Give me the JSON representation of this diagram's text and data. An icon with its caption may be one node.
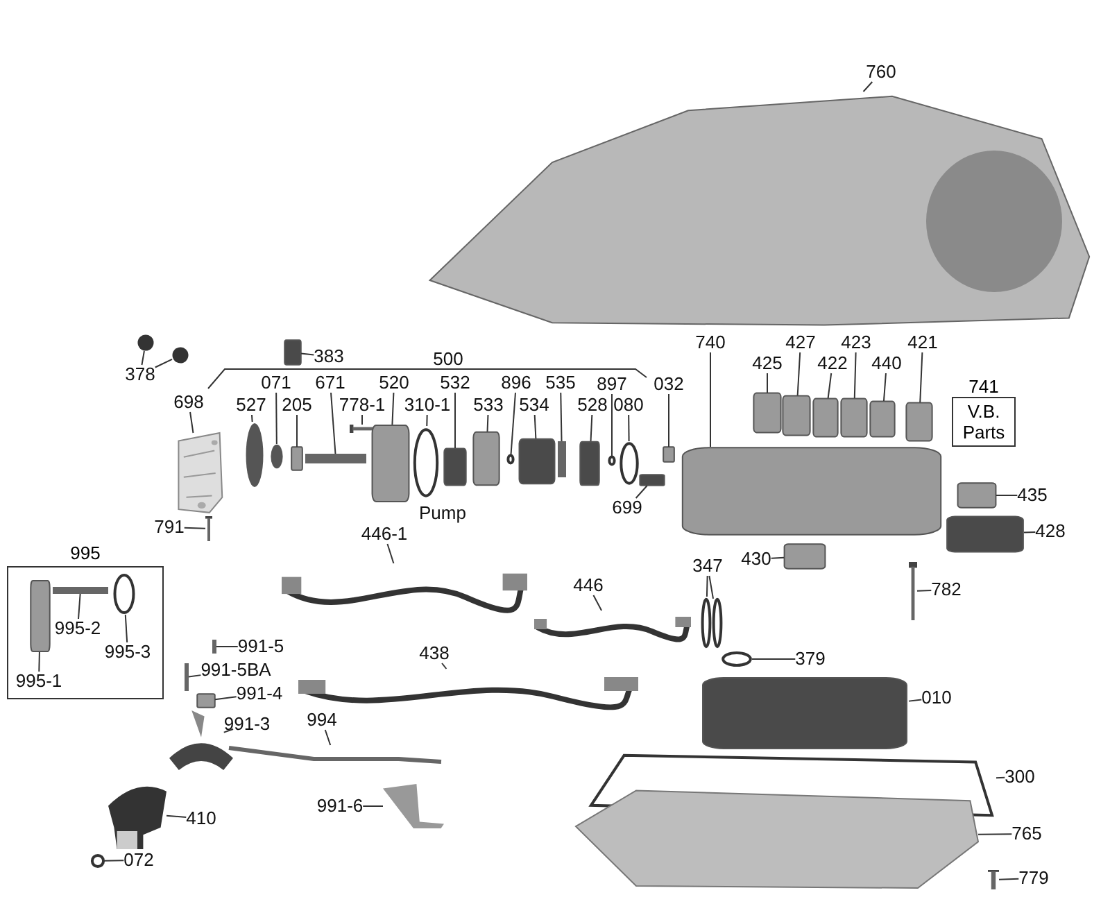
{
  "diagram": {
    "nodes": [
      {
        "text": [
          "760"
        ]
      },
      {
        "text": [],
        "shape": "picture"
      },
      {
        "text": [
          "378"
        ]
      },
      {
        "text": [],
        "shape": "circle"
      },
      {
        "text": [],
        "shape": "circle"
      },
      {
        "text": [
          "383"
        ]
      },
      {
        "text": [],
        "shape": "box"
      },
      {
        "text": [
          "698"
        ]
      },
      {
        "text": [],
        "shape": "picture"
      },
      {
        "text": [
          "527"
        ]
      },
      {
        "text": [],
        "shape": "circle"
      },
      {
        "text": [
          "071"
        ]
      },
      {
        "text": [],
        "shape": "circle"
      },
      {
        "text": [
          "205"
        ]
      },
      {
        "text": [],
        "shape": "box"
      },
      {
        "text": [
          "671"
        ]
      },
      {
        "text": [],
        "shape": "bar"
      },
      {
        "text": [
          "778-1"
        ]
      },
      {
        "text": [],
        "shape": "picture"
      },
      {
        "text": [
          "520"
        ]
      },
      {
        "text": [],
        "shape": "box"
      },
      {
        "text": [
          "310-1"
        ]
      },
      {
        "text": [],
        "shape": "circle"
      },
      {
        "text": [
          "532"
        ]
      },
      {
        "text": [],
        "shape": "box"
      },
      {
        "text": [
          "533"
        ]
      },
      {
        "text": [],
        "shape": "box"
      },
      {
        "text": [
          "896"
        ]
      },
      {
        "text": [],
        "shape": "circle"
      },
      {
        "text": [
          "534"
        ]
      },
      {
        "text": [],
        "shape": "box"
      },
      {
        "text": [
          "535"
        ]
      },
      {
        "text": [],
        "shape": "bar"
      },
      {
        "text": [
          "528"
        ]
      },
      {
        "text": [],
        "shape": "box"
      },
      {
        "text": [
          "897"
        ]
      },
      {
        "text": [],
        "shape": "circle"
      },
      {
        "text": [
          "080"
        ]
      },
      {
        "text": [],
        "shape": "circle"
      },
      {
        "text": [
          "032"
        ]
      },
      {
        "text": [],
        "shape": "box"
      },
      {
        "text": [
          "740"
        ]
      },
      {
        "text": [],
        "shape": "box"
      },
      {
        "text": [
          "425"
        ]
      },
      {
        "text": [],
        "shape": "box"
      },
      {
        "text": [
          "427"
        ]
      },
      {
        "text": [],
        "shape": "box"
      },
      {
        "text": [
          "422"
        ]
      },
      {
        "text": [],
        "shape": "box"
      },
      {
        "text": [
          "423"
        ]
      },
      {
        "text": [],
        "shape": "box"
      },
      {
        "text": [
          "440"
        ]
      },
      {
        "text": [],
        "shape": "box"
      },
      {
        "text": [
          "421"
        ]
      },
      {
        "text": [],
        "shape": "box"
      },
      {
        "text": [
          "741",
          "V.B. Parts"
        ]
      },
      {
        "text": [
          "699"
        ]
      },
      {
        "text": [],
        "shape": "box"
      },
      {
        "text": [
          "791"
        ]
      },
      {
        "text": [],
        "shape": "picture"
      },
      {
        "text": [
          "435"
        ]
      },
      {
        "text": [],
        "shape": "box"
      },
      {
        "text": [
          "428"
        ]
      },
      {
        "text": [],
        "shape": "box"
      },
      {
        "text": [
          "430"
        ]
      },
      {
        "text": [],
        "shape": "box"
      },
      {
        "text": [
          "995"
        ]
      },
      {
        "text": [
          "995-1"
        ],
        "in": 66
      },
      {
        "text": [],
        "shape": "box",
        "in": 66
      },
      {
        "text": [
          "995-2"
        ],
        "in": 66
      },
      {
        "text": [],
        "shape": "bar",
        "in": 66
      },
      {
        "text": [
          "995-3"
        ],
        "in": 66
      },
      {
        "text": [],
        "shape": "circle",
        "in": 66
      },
      {
        "text": [
          "446-1"
        ]
      },
      {
        "text": [],
        "shape": "picture"
      },
      {
        "text": [
          "446"
        ]
      },
      {
        "text": [],
        "shape": "picture"
      },
      {
        "text": [
          "347"
        ]
      },
      {
        "text": [],
        "shape": "circle"
      },
      {
        "text": [],
        "shape": "circle"
      },
      {
        "text": [
          "782"
        ]
      },
      {
        "text": [],
        "shape": "picture"
      },
      {
        "text": [
          "991-5"
        ]
      },
      {
        "text": [],
        "shape": "bar"
      },
      {
        "text": [
          "991-5BA"
        ]
      },
      {
        "text": [],
        "shape": "bar"
      },
      {
        "text": [
          "991-4"
        ]
      },
      {
        "text": [],
        "shape": "box"
      },
      {
        "text": [
          "991-3"
        ]
      },
      {
        "text": [],
        "shape": "picture"
      },
      {
        "text": [
          "438"
        ]
      },
      {
        "text": [],
        "shape": "picture"
      },
      {
        "text": [
          "379"
        ]
      },
      {
        "text": [],
        "shape": "circle"
      },
      {
        "text": [
          "010"
        ]
      },
      {
        "text": [],
        "shape": "box"
      },
      {
        "text": [
          "994"
        ]
      },
      {
        "text": [],
        "shape": "picture"
      },
      {
        "text": [
          "300"
        ]
      },
      {
        "text": [],
        "shape": "picture"
      },
      {
        "text": [
          "991-6"
        ]
      },
      {
        "text": [],
        "shape": "picture"
      },
      {
        "text": [
          "765"
        ]
      },
      {
        "text": [],
        "shape": "picture"
      },
      {
        "text": [
          "410"
        ]
      },
      {
        "text": [],
        "shape": "picture"
      },
      {
        "text": [
          "779"
        ]
      },
      {
        "text": [],
        "shape": "picture"
      },
      {
        "text": [
          "072"
        ]
      },
      {
        "text": [],
        "shape": "circle"
      }
    ],
    "edges": [
      {
        "from": 0,
        "to": 1,
        "arrow": "none"
      },
      {
        "from": 2,
        "to": 3,
        "arrow": "none"
      },
      {
        "from": 2,
        "to": 4,
        "arrow": "none"
      },
      {
        "from": 5,
        "to": 6,
        "arrow": "none"
      },
      {
        "from": 7,
        "to": 8,
        "arrow": "none"
      },
      {
        "from": 9,
        "to": 10,
        "arrow": "none"
      },
      {
        "from": 11,
        "to": 12,
        "arrow": "none"
      },
      {
        "from": 13,
        "to": 14,
        "arrow": "none"
      },
      {
        "from": 15,
        "to": 16,
        "arrow": "none"
      },
      {
        "from": 17,
        "to": 18,
        "arrow": "none"
      },
      {
        "from": 19,
        "to": 20,
        "arrow": "none"
      },
      {
        "from": 21,
        "to": 22,
        "arrow": "none"
      },
      {
        "from": 23,
        "to": 24,
        "arrow": "none"
      },
      {
        "from": 25,
        "to": 26,
        "arrow": "none"
      },
      {
        "from": 27,
        "to": 28,
        "arrow": "none"
      },
      {
        "from": 29,
        "to": 30,
        "arrow": "none"
      },
      {
        "from": 31,
        "to": 32,
        "arrow": "none"
      },
      {
        "from": 33,
        "to": 34,
        "arrow": "none"
      },
      {
        "from": 35,
        "to": 36,
        "arrow": "none"
      },
      {
        "from": 37,
        "to": 38,
        "arrow": "none"
      },
      {
        "from": 39,
        "to": 40,
        "arrow": "none"
      },
      {
        "from": 41,
        "to": 42,
        "arrow": "none"
      },
      {
        "from": 43,
        "to": 44,
        "arrow": "none"
      },
      {
        "from": 45,
        "to": 46,
        "arrow": "none"
      },
      {
        "from": 47,
        "to": 48,
        "arrow": "none"
      },
      {
        "from": 49,
        "to": 50,
        "arrow": "none"
      },
      {
        "from": 51,
        "to": 52,
        "arrow": "none"
      },
      {
        "from": 53,
        "to": 54,
        "arrow": "none"
      },
      {
        "from": 56,
        "to": 57,
        "arrow": "none"
      },
      {
        "from": 58,
        "to": 59,
        "arrow": "none"
      },
      {
        "from": 60,
        "to": 61,
        "arrow": "none"
      },
      {
        "from": 62,
        "to": 63,
        "arrow": "none"
      },
      {
        "from": 64,
        "to": 65,
        "arrow": "none"
      },
      {
        "from": 67,
        "to": 68,
        "arrow": "none"
      },
      {
        "from": 69,
        "to": 70,
        "arrow": "none"
      },
      {
        "from": 71,
        "to": 72,
        "arrow": "none"
      },
      {
        "from": 73,
        "to": 74,
        "arrow": "none"
      },
      {
        "from": 75,
        "to": 76,
        "arrow": "none"
      },
      {
        "from": 77,
        "to": 78,
        "arrow": "none"
      },
      {
        "from": 77,
        "to": 79,
        "arrow": "none"
      },
      {
        "from": 80,
        "to": 81,
        "arrow": "none"
      },
      {
        "from": 82,
        "to": 83,
        "arrow": "none"
      },
      {
        "from": 84,
        "to": 85,
        "arrow": "none"
      },
      {
        "from": 86,
        "to": 87,
        "arrow": "none"
      },
      {
        "from": 88,
        "to": 89,
        "arrow": "none"
      },
      {
        "from": 90,
        "to": 91,
        "arrow": "none"
      },
      {
        "from": 92,
        "to": 93,
        "arrow": "none"
      },
      {
        "from": 94,
        "to": 95,
        "arrow": "none"
      },
      {
        "from": 96,
        "to": 97,
        "arrow": "none"
      },
      {
        "from": 98,
        "to": 99,
        "arrow": "none"
      },
      {
        "from": 100,
        "to": 101,
        "arrow": "none"
      },
      {
        "from": 102,
        "to": 103,
        "arrow": "none"
      },
      {
        "from": 104,
        "to": 105,
        "arrow": "none"
      },
      {
        "from": 106,
        "to": 107,
        "arrow": "none"
      },
      {
        "from": 108,
        "to": 109,
        "arrow": "none"
      }
    ],
    "labels": [
      "500",
      "Pump"
    ]
  }
}
